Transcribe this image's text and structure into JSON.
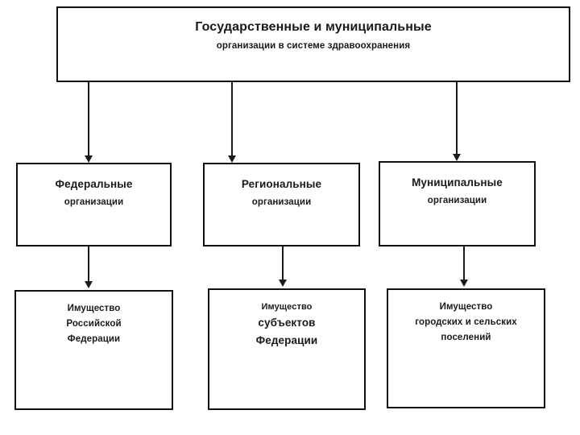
{
  "diagram": {
    "title_node": {
      "id": "root",
      "lines": [
        {
          "text": "Государственные  и  муниципальные",
          "size": "lg"
        },
        {
          "text": "организации  в системе здравоохранения",
          "size": "sm"
        }
      ]
    },
    "level2": [
      {
        "id": "federal-organizations",
        "lines": [
          {
            "text": "Федеральные",
            "size": "md"
          },
          {
            "text": "организации",
            "size": "sm"
          }
        ]
      },
      {
        "id": "regional-organizations",
        "lines": [
          {
            "text": "Региональные",
            "size": "md"
          },
          {
            "text": "организации",
            "size": "sm"
          }
        ]
      },
      {
        "id": "municipal-organizations",
        "lines": [
          {
            "text": "Муниципальные",
            "size": "md"
          },
          {
            "text": "организации",
            "size": "sm"
          }
        ]
      }
    ],
    "level3": [
      {
        "id": "property-russian-federation",
        "lines": [
          {
            "text": "Имущество",
            "size": "sm"
          },
          {
            "text": "Российской",
            "size": "sm"
          },
          {
            "text": "Федерации",
            "size": "sm"
          }
        ]
      },
      {
        "id": "property-federation-subjects",
        "lines": [
          {
            "text": "Имущество",
            "size": "xs"
          },
          {
            "text": "субъектов",
            "size": "md"
          },
          {
            "text": "Федерации",
            "size": "md"
          }
        ]
      },
      {
        "id": "property-urban-rural-settlements",
        "lines": [
          {
            "text": "Имущество",
            "size": "sm"
          },
          {
            "text": "городских  и  сельских",
            "size": "sm"
          },
          {
            "text": "поселений",
            "size": "sm"
          }
        ]
      }
    ],
    "connectors": [
      {
        "id": "root-to-federal",
        "icon": "down-arrow-icon"
      },
      {
        "id": "root-to-regional",
        "icon": "down-arrow-icon"
      },
      {
        "id": "root-to-municipal",
        "icon": "down-arrow-icon"
      },
      {
        "id": "federal-to-property-rf",
        "icon": "down-arrow-icon"
      },
      {
        "id": "regional-to-property-subjects",
        "icon": "down-arrow-icon"
      },
      {
        "id": "municipal-to-property-settlements",
        "icon": "down-arrow-icon"
      }
    ],
    "colors": {
      "background": "#ffffff",
      "box_border": "#111111",
      "text": "#1a1a1a",
      "connector": "#1a1a1a"
    }
  }
}
